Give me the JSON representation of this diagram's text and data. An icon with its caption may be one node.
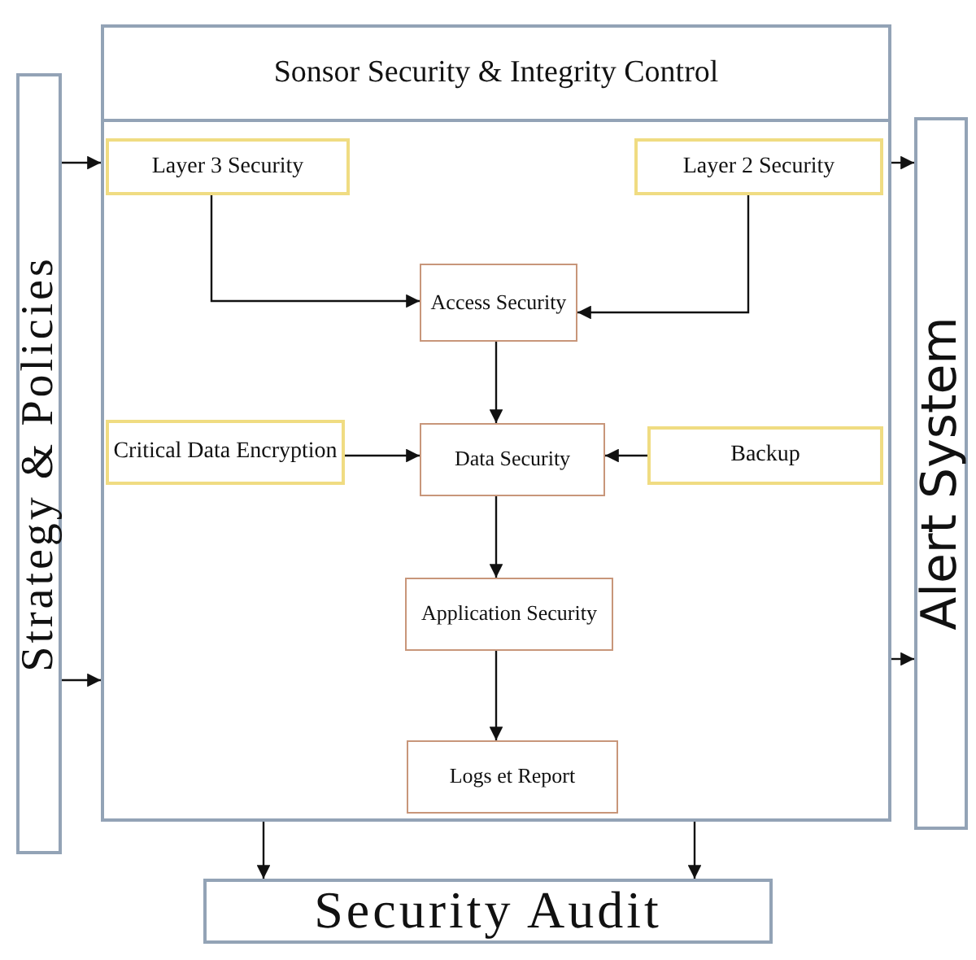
{
  "diagram": {
    "nodes": [
      {
        "text": [
          "Strategy & Policies"
        ]
      },
      {
        "text": [
          "Sonsor Security & Integrity Control"
        ]
      },
      {
        "text": [
          "Layer 3 Security"
        ],
        "in": 1
      },
      {
        "text": [
          "Layer 2 Security"
        ],
        "in": 1
      },
      {
        "text": [
          "Access Security"
        ],
        "in": 1
      },
      {
        "text": [
          "Critical Data Encryption"
        ],
        "in": 1
      },
      {
        "text": [
          "Data Security"
        ],
        "in": 1
      },
      {
        "text": [
          "Backup"
        ],
        "in": 1
      },
      {
        "text": [
          "Application Security"
        ],
        "in": 1
      },
      {
        "text": [
          "Logs et Report"
        ],
        "in": 1
      },
      {
        "text": [
          "Alert System"
        ]
      },
      {
        "text": [
          "Security Audit"
        ]
      }
    ],
    "edges": [
      {
        "from": 0,
        "to": 1,
        "arrow": "to"
      },
      {
        "from": 0,
        "to": 1,
        "arrow": "to"
      },
      {
        "from": 2,
        "to": 4,
        "arrow": "to"
      },
      {
        "from": 3,
        "to": 4,
        "arrow": "to"
      },
      {
        "from": 4,
        "to": 6,
        "arrow": "to"
      },
      {
        "from": 5,
        "to": 6,
        "arrow": "to"
      },
      {
        "from": 7,
        "to": 6,
        "arrow": "to"
      },
      {
        "from": 6,
        "to": 8,
        "arrow": "to"
      },
      {
        "from": 8,
        "to": 9,
        "arrow": "to"
      },
      {
        "from": 1,
        "to": 10,
        "arrow": "to"
      },
      {
        "from": 1,
        "to": 10,
        "arrow": "to"
      },
      {
        "from": 1,
        "to": 11,
        "arrow": "to"
      },
      {
        "from": 1,
        "to": 11,
        "arrow": "to"
      }
    ]
  }
}
